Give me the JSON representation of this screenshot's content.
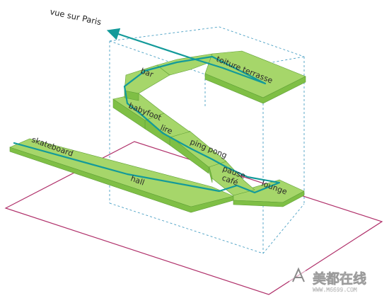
{
  "diagram": {
    "title": "vue sur Paris",
    "labels": {
      "toiture_terrasse": "toiture terrasse",
      "bar": "bar",
      "babyfoot": "babyfoot",
      "lire": "lire",
      "ping_pong": "ping pong",
      "pause": "pause",
      "cafe": "café",
      "lounge": "lounge",
      "skateboard": "skateboard",
      "hall": "hall"
    },
    "colors": {
      "ramp_fill": "#a6d66a",
      "ramp_side": "#7fbf45",
      "ramp_edge": "#5fa037",
      "path_line": "#139a9a",
      "ground_outline": "#b0306a",
      "volume_dash": "#4aa0c4"
    }
  },
  "watermark": {
    "logo_icon": "m6699-logo-icon",
    "text": "美都在线",
    "url": "WWW.M6699.COM"
  }
}
